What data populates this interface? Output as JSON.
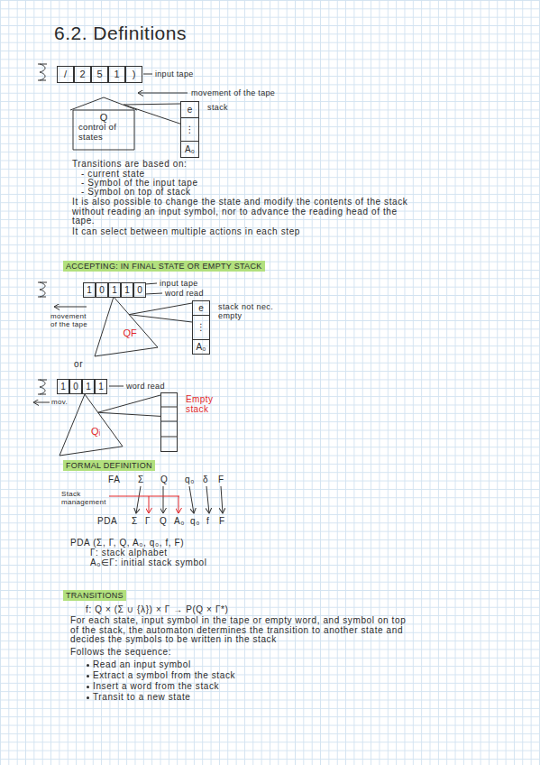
{
  "diagram": {
    "title": "6.2. Definitions",
    "nodes": [
      {
        "text": [
          "/"
        ]
      },
      {
        "text": [
          "2"
        ]
      },
      {
        "text": [
          "5"
        ]
      },
      {
        "text": [
          "1"
        ]
      },
      {
        "text": [
          ")"
        ]
      },
      {
        "text": [
          "Q",
          "control of states"
        ]
      },
      {
        "text": [
          "stack"
        ]
      },
      {
        "text": [
          "e"
        ],
        "in": 6
      },
      {
        "text": [
          "⋮"
        ],
        "in": 6
      },
      {
        "text": [
          "A₀"
        ],
        "in": 6
      },
      {
        "text": [
          "ACCEPTING: IN FINAL STATE OR EMPTY STACK"
        ]
      },
      {
        "text": [
          "1"
        ]
      },
      {
        "text": [
          "0"
        ]
      },
      {
        "text": [
          "1"
        ]
      },
      {
        "text": [
          "1"
        ]
      },
      {
        "text": [
          "0"
        ]
      },
      {
        "text": [
          "QF"
        ]
      },
      {
        "text": [
          "stack not nec. empty"
        ]
      },
      {
        "text": [
          "e"
        ],
        "in": 17
      },
      {
        "text": [
          "⋮"
        ],
        "in": 17
      },
      {
        "text": [
          "A₀"
        ],
        "in": 17
      },
      {
        "text": [
          "1"
        ]
      },
      {
        "text": [
          "0"
        ]
      },
      {
        "text": [
          "1"
        ]
      },
      {
        "text": [
          "1"
        ]
      },
      {
        "text": [
          "Qᵢ"
        ]
      },
      {
        "text": [
          "Empty stack"
        ]
      },
      {
        "text": [
          "FORMAL DEFINITION"
        ]
      },
      {
        "text": [
          "TRANSITIONS"
        ]
      }
    ],
    "edges": [
      {
        "from": 5,
        "to": 6,
        "arrow": "none"
      },
      {
        "from": 16,
        "to": 17,
        "arrow": "none"
      },
      {
        "from": 25,
        "to": 26,
        "arrow": "none"
      }
    ],
    "labels": [
      "input tape",
      "movement of the tape",
      "Transitions are based on:",
      "- current state",
      "- Symbol of the input tape",
      "- Symbol on top of stack",
      "It is also possible to change the state and modify the contents of the stack without reading an input symbol, nor to advance the reading head of the tape.",
      "It can select between multiple actions in each step",
      "input tape",
      "word read",
      "movement of the tape",
      "or",
      "word read",
      "mov.",
      "FA",
      "Σ",
      "Q",
      "q₀",
      "δ",
      "F",
      "Stack management",
      "PDA",
      "Σ",
      "Γ",
      "Q",
      "A₀",
      "q₀",
      "f",
      "F",
      "PDA (Σ, Γ, Q, A₀, q₀, f, F)",
      "Γ: stack alphabet",
      "A₀∈Γ: initial stack symbol",
      "f: Q × (Σ ∪ {λ}) × Γ → P(Q × Γ*)",
      "For each state, input symbol in the tape or empty word, and symbol on top of the stack, the automaton determines the transition to another state and decides the symbols to be written in the stack",
      "Follows the sequence:",
      "Read an input symbol",
      "Extract a symbol from the stack",
      "Insert a word from the stack",
      "Transit to a new state"
    ]
  }
}
